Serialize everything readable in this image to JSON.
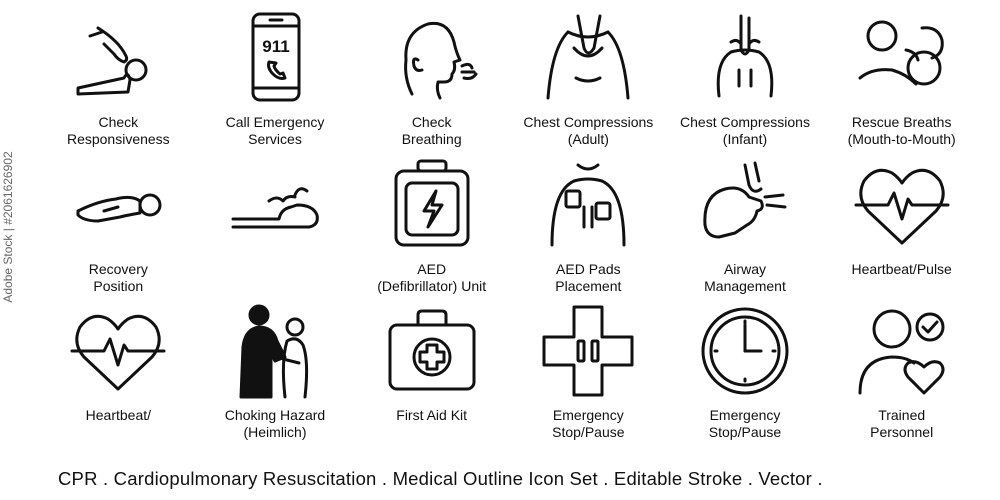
{
  "watermark_side": "Adobe Stock | #2061626902",
  "footer": "CPR . Cardiopulmonary Resuscitation . Medical Outline Icon Set . Editable Stroke . Vector .",
  "phone_text": "911",
  "icons": [
    {
      "label": "Check\nResponsiveness",
      "icon": "tap-shoulder-icon"
    },
    {
      "label": "Call Emergency\nServices",
      "icon": "phone-911-icon"
    },
    {
      "label": "Check\nBreathing",
      "icon": "breathing-head-icon"
    },
    {
      "label": "Chest Compressions\n(Adult)",
      "icon": "chest-compression-adult-icon"
    },
    {
      "label": "Chest Compressions\n(Infant)",
      "icon": "chest-compression-infant-icon"
    },
    {
      "label": "Rescue Breaths\n(Mouth-to-Mouth)",
      "icon": "rescue-breath-icon"
    },
    {
      "label": "Recovery\nPosition",
      "icon": "recovery-position-icon"
    },
    {
      "label": "",
      "icon": "lying-person-icon"
    },
    {
      "label": "AED\n(Defibrillator) Unit",
      "icon": "aed-unit-icon"
    },
    {
      "label": "AED Pads\nPlacement",
      "icon": "aed-pads-icon"
    },
    {
      "label": "Airway\nManagement",
      "icon": "airway-icon"
    },
    {
      "label": "Heartbeat/Pulse",
      "icon": "heartbeat-icon"
    },
    {
      "label": "Heartbeat/",
      "icon": "heartbeat-icon"
    },
    {
      "label": "Choking Hazard\n(Heimlich)",
      "icon": "heimlich-icon"
    },
    {
      "label": "First Aid Kit",
      "icon": "first-aid-kit-icon"
    },
    {
      "label": "Emergency\nStop/Pause",
      "icon": "cross-pause-icon"
    },
    {
      "label": "Emergency\nStop/Pause",
      "icon": "clock-icon"
    },
    {
      "label": "Trained\nPersonnel",
      "icon": "trained-person-icon"
    }
  ]
}
